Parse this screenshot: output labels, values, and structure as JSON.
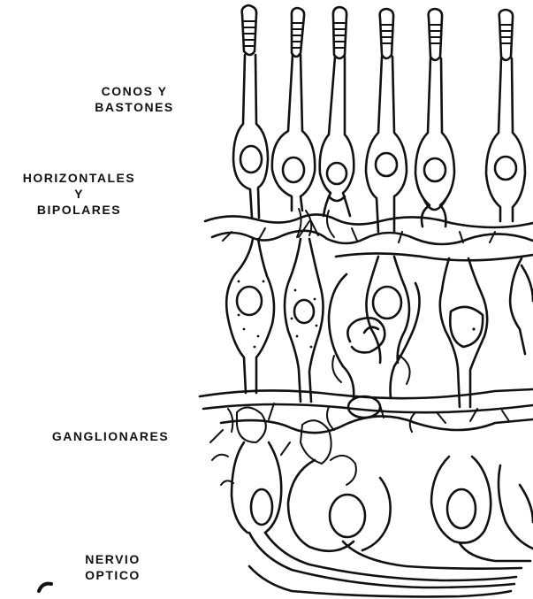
{
  "labels": {
    "conos_line1": "CONOS Y",
    "conos_line2": "BASTONES",
    "horiz_line1": "HORIZONTALES",
    "horiz_line2": "Y",
    "horiz_line3": "BIPOLARES",
    "ganglionares": "GANGLIONARES",
    "nervio_line1": "NERVIO",
    "nervio_line2": "OPTICO"
  },
  "colors": {
    "ink": "#111111",
    "background": "#ffffff"
  }
}
